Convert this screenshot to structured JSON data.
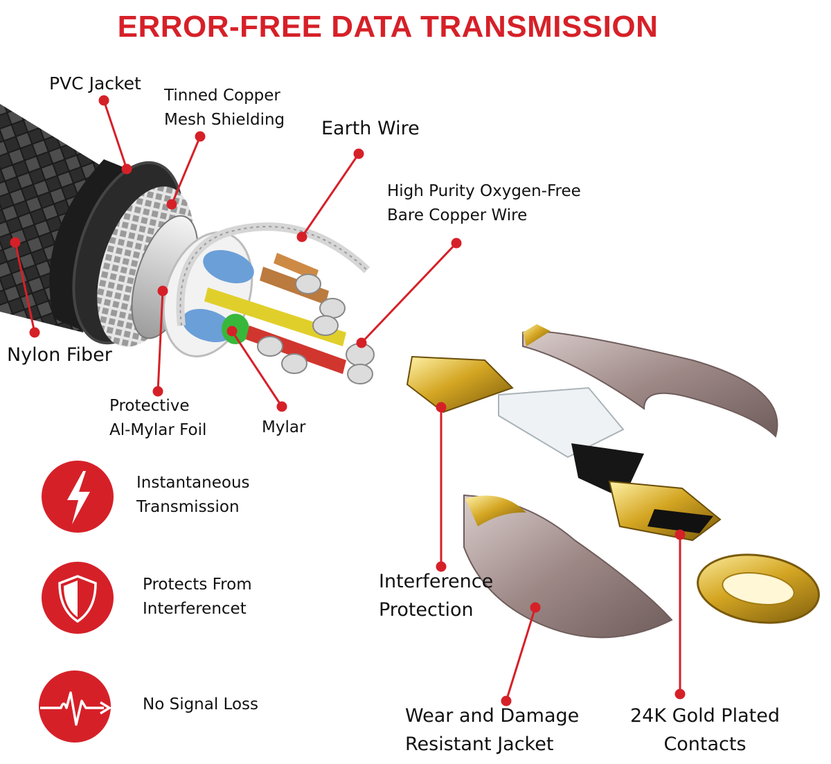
{
  "title": "ERROR-FREE DATA TRANSMISSION",
  "colors": {
    "accent": "#d62028",
    "text": "#111111",
    "gold": "#d4a623",
    "steel": "#b9a9a8"
  },
  "labels": {
    "pvc_jacket": "PVC Jacket",
    "tinned_copper_1": "Tinned Copper",
    "tinned_copper_2": "Mesh Shielding",
    "earth_wire": "Earth Wire",
    "high_purity_1": "High Purity Oxygen-Free",
    "high_purity_2": "Bare Copper Wire",
    "nylon_fiber": "Nylon Fiber",
    "protective_1": "Protective",
    "protective_2": "Al-Mylar Foil",
    "mylar": "Mylar",
    "interference_1": "Interference",
    "interference_2": "Protection",
    "wear_1": "Wear and Damage",
    "wear_2": "Resistant Jacket",
    "gold_1": "24K Gold Plated",
    "gold_2": "Contacts"
  },
  "features": [
    {
      "icon": "lightning-icon",
      "line1": "Instantaneous",
      "line2": "Transmission"
    },
    {
      "icon": "shield-icon",
      "line1": "Protects From",
      "line2": "Interferencet"
    },
    {
      "icon": "signal-wave-icon",
      "line1": "No Signal Loss",
      "line2": ""
    }
  ]
}
